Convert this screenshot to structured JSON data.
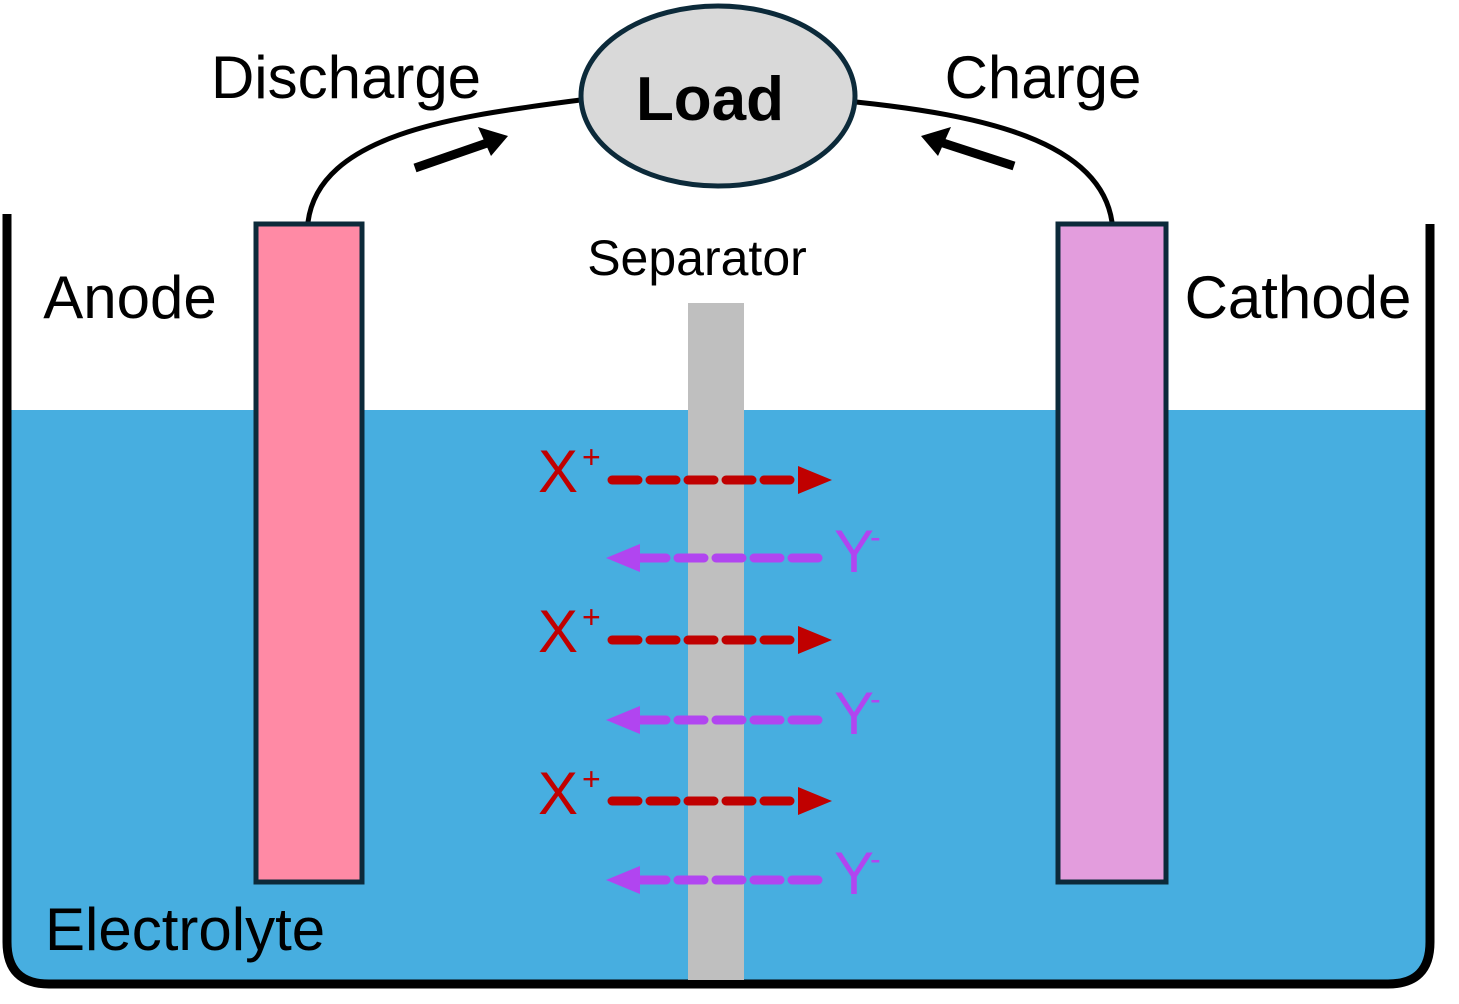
{
  "labels": {
    "load": "Load",
    "discharge": "Discharge",
    "charge": "Charge",
    "anode": "Anode",
    "cathode": "Cathode",
    "separator": "Separator",
    "electrolyte": "Electrolyte"
  },
  "ions": {
    "cation": {
      "symbol": "X",
      "sup": "+",
      "color": "#c00000",
      "direction": "anode-to-cathode"
    },
    "anion": {
      "symbol": "Y",
      "sup": "-",
      "color": "#b145f0",
      "direction": "cathode-to-anode"
    }
  },
  "colors": {
    "electrolyte": "#47aee0",
    "anode": "#ff8aa5",
    "cathode": "#e39ddd",
    "separator": "#bfbfbf",
    "load": "#d9d9d9",
    "electrode_border": "#0c2a3a"
  }
}
